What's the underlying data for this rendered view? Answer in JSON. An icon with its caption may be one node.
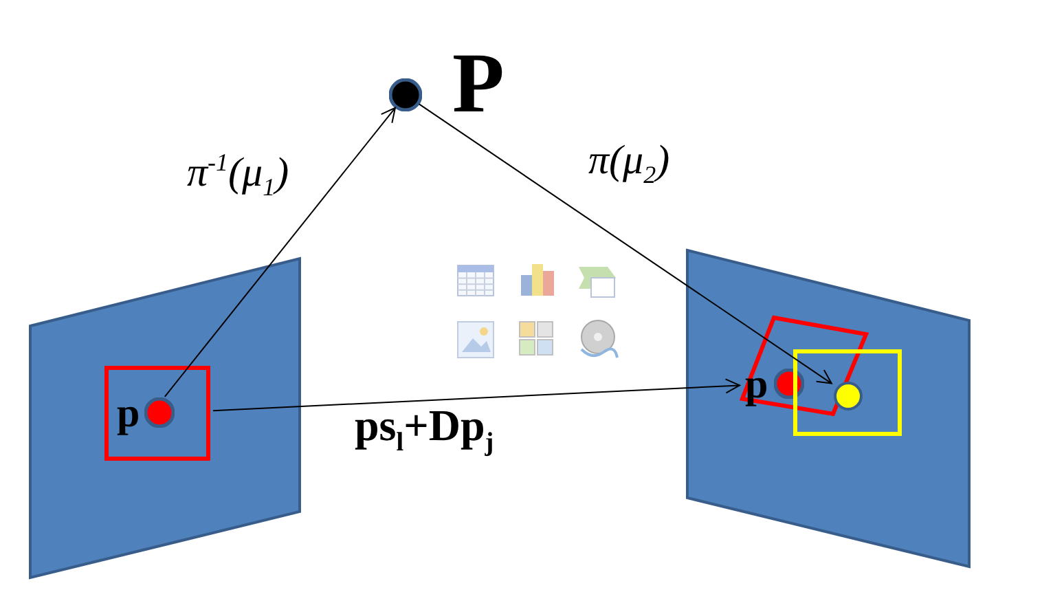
{
  "diagram": {
    "nodes": [
      {
        "text": [],
        "shape": "parallelogram"
      },
      {
        "text": [],
        "shape": "box",
        "in": 0
      },
      {
        "text": [
          "p"
        ],
        "in": 1
      },
      {
        "text": [
          "P"
        ]
      },
      {
        "text": [],
        "shape": "parallelogram"
      },
      {
        "text": [],
        "shape": "box",
        "in": 4
      },
      {
        "text": [],
        "shape": "box",
        "in": 4
      },
      {
        "text": [
          "p"
        ],
        "in": 5
      },
      {
        "text": [],
        "shape": "circle",
        "in": 6
      }
    ],
    "edges": [
      {
        "from": 2,
        "to": 3,
        "arrow": "to",
        "label": "π$^{-1}$(μ$_{1}$)"
      },
      {
        "from": 3,
        "to": 8,
        "arrow": "to",
        "label": "π(μ$_{2}$)"
      },
      {
        "from": 1,
        "to": 7,
        "arrow": "to",
        "label": "ps$_{l}$+Dp$_{j}$"
      }
    ]
  }
}
